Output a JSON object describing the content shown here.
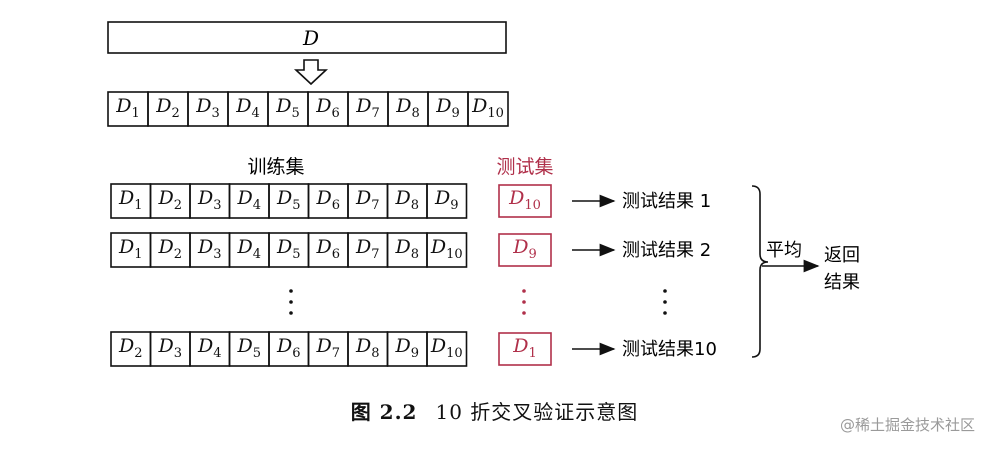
{
  "top_box_label": "D",
  "full_split": [
    "D1",
    "D2",
    "D3",
    "D4",
    "D5",
    "D6",
    "D7",
    "D8",
    "D9",
    "D10"
  ],
  "train_header": "训练集",
  "test_header": "测试集",
  "folds": [
    {
      "train": [
        "D1",
        "D2",
        "D3",
        "D4",
        "D5",
        "D6",
        "D7",
        "D8",
        "D9"
      ],
      "test": "D10",
      "result": "测试结果 1"
    },
    {
      "train": [
        "D1",
        "D2",
        "D3",
        "D4",
        "D5",
        "D6",
        "D7",
        "D8",
        "D10"
      ],
      "test": "D9",
      "result": "测试结果 2"
    },
    {
      "train": [
        "D2",
        "D3",
        "D4",
        "D5",
        "D6",
        "D7",
        "D8",
        "D9",
        "D10"
      ],
      "test": "D1",
      "result": "测试结果10"
    }
  ],
  "average_label": "平均",
  "final_label": [
    "返回",
    "结果"
  ],
  "caption_number": "图 2.2",
  "caption_text": "10 折交叉验证示意图",
  "watermark": "@稀土掘金技术社区",
  "colors": {
    "test": "#b0304a",
    "stroke": "#111111"
  }
}
